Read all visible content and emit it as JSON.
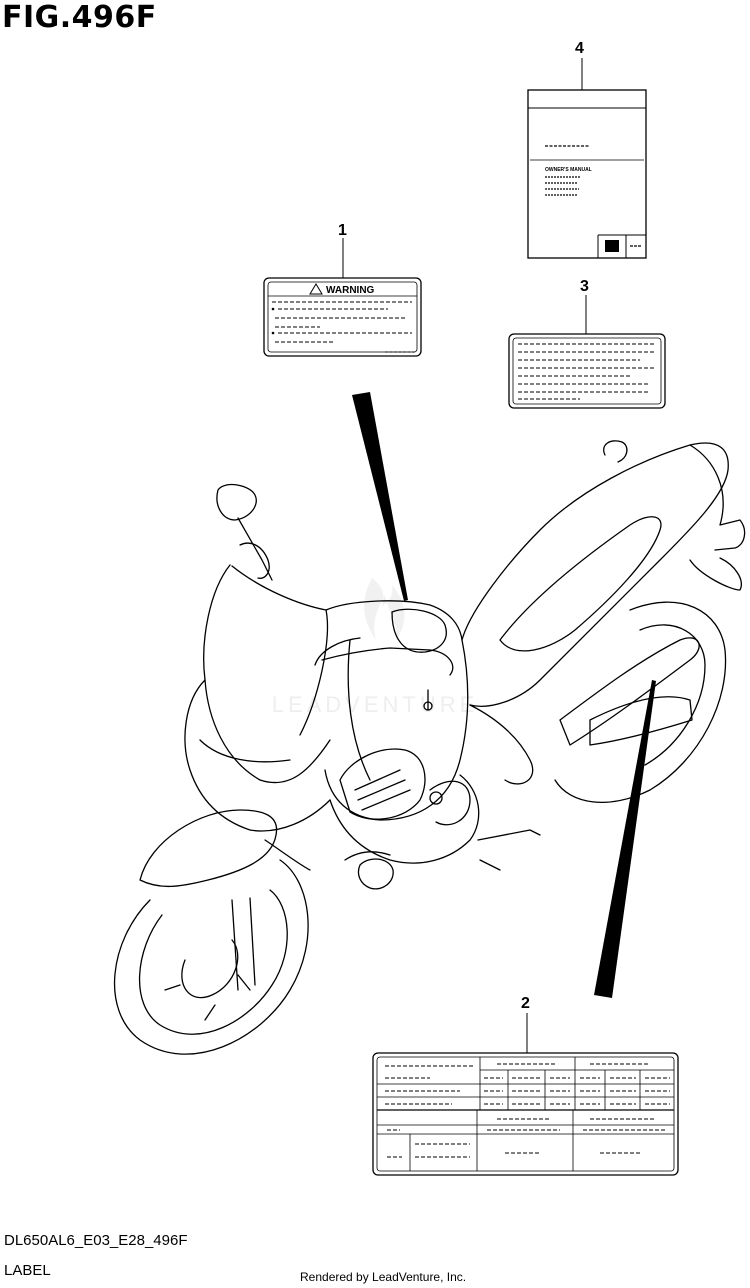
{
  "figure_title": "FIG.496F",
  "footer": {
    "model_code": "DL650AL6_E03_E28_496F",
    "section_label": "LABEL",
    "render_credit": "Rendered by LeadVenture, Inc."
  },
  "callouts": [
    "1",
    "2",
    "3",
    "4"
  ],
  "label_1": {
    "heading": "WARNING"
  },
  "label_4": {
    "manual_text": "OWNER'S MANUAL"
  },
  "watermark": "LEADVENTURE"
}
